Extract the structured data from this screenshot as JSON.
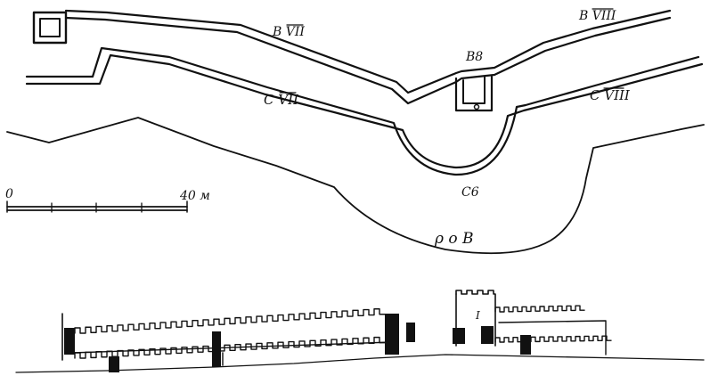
{
  "labels": {
    "wall_outer_b_vii": "B VII",
    "wall_outer_b_viii": "B VIII",
    "tower_b8": "B8",
    "wall_inner_c_vii": "C VII",
    "wall_inner_c_viii": "C VIII",
    "tower_c6": "C6",
    "moat": "ρ o B"
  },
  "scale_bar": {
    "start_label": "0",
    "end_label": "40 м"
  },
  "elevation_marker": "I",
  "colors": {
    "ink": "#111111",
    "paper": "#ffffff"
  }
}
